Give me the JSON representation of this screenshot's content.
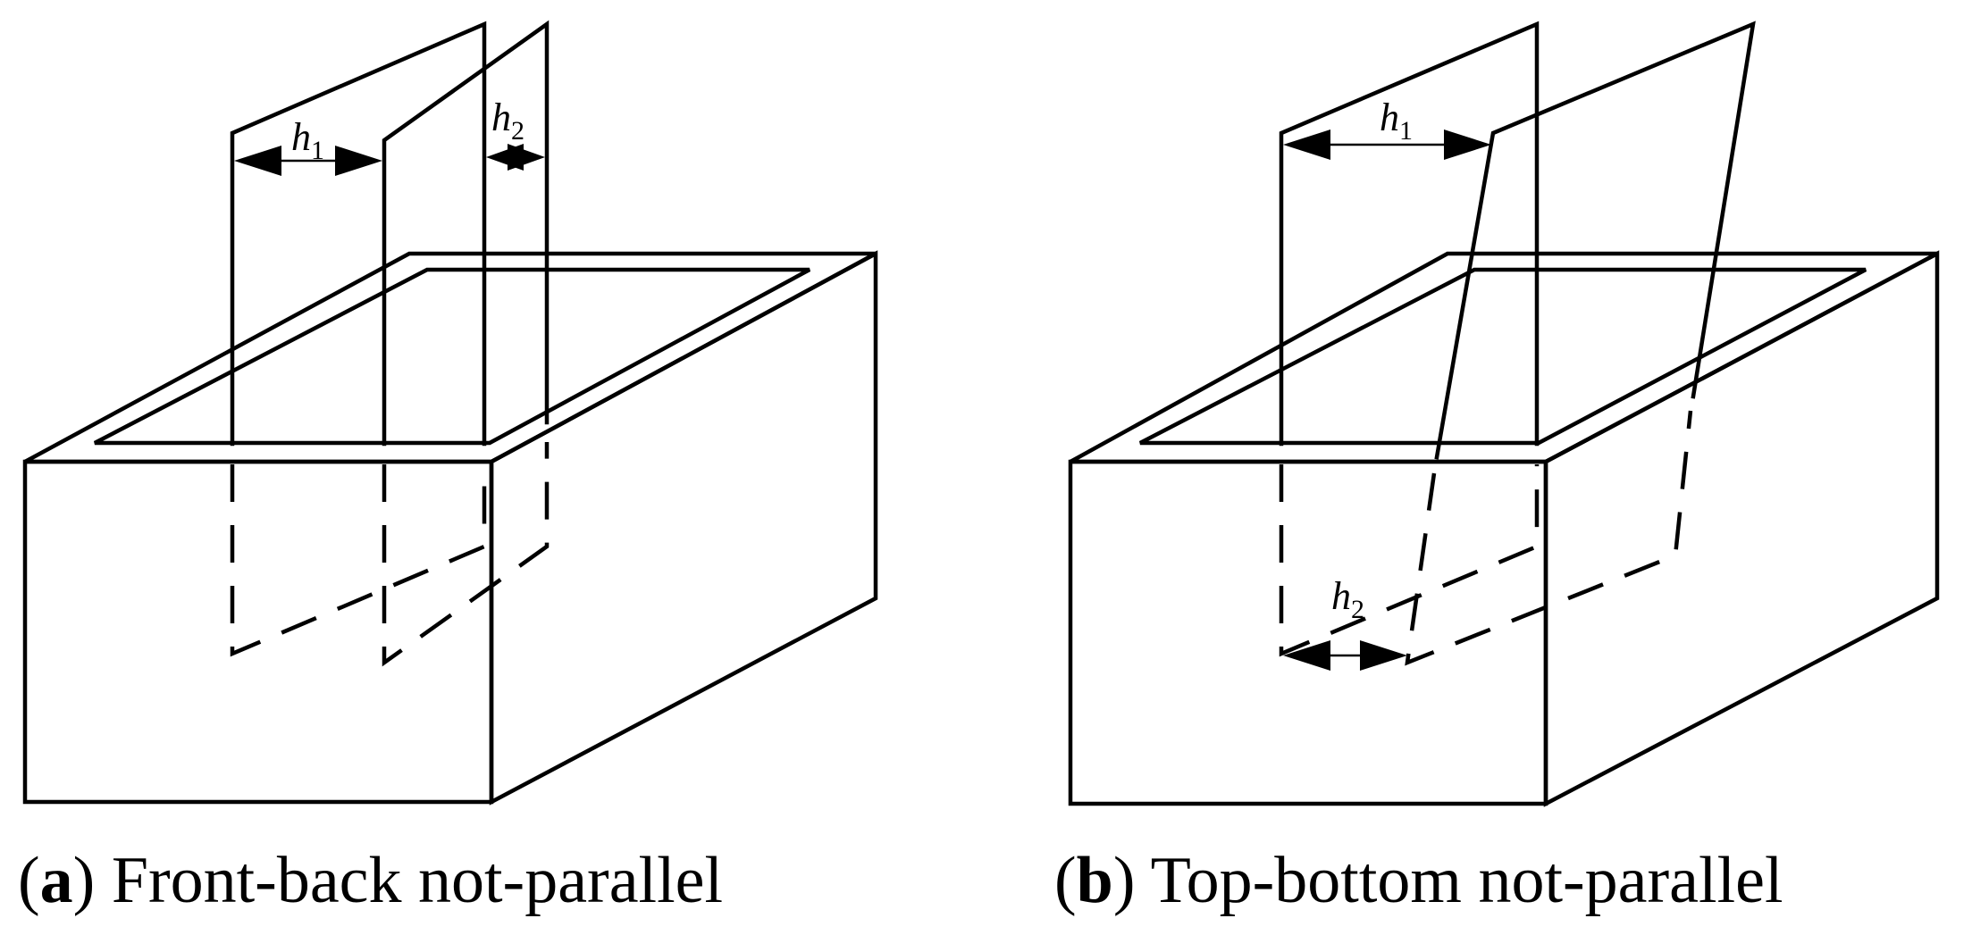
{
  "panels": [
    {
      "id": "a",
      "caption_letter": "a",
      "caption_text": "Front-back not-parallel",
      "dim1": {
        "symbol": "h",
        "subscript": "1"
      },
      "dim2": {
        "symbol": "h",
        "subscript": "2"
      }
    },
    {
      "id": "b",
      "caption_letter": "b",
      "caption_text": "Top-bottom not-parallel",
      "dim1": {
        "symbol": "h",
        "subscript": "1"
      },
      "dim2": {
        "symbol": "h",
        "subscript": "2"
      }
    }
  ]
}
